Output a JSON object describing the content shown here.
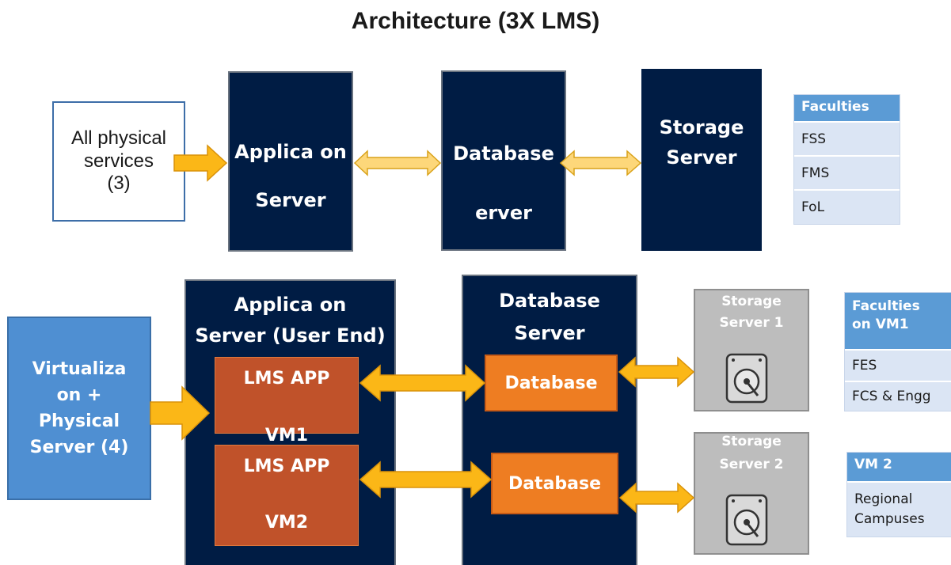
{
  "title": "Architecture (3X LMS)",
  "top": {
    "physical_box": [
      "All physical",
      "services",
      "(3)"
    ],
    "app_server": [
      "Applica  on",
      "Server"
    ],
    "db_server": [
      "Database",
      "erver"
    ],
    "storage_server": [
      "Storage",
      "Server"
    ],
    "faculties": {
      "header": "Faculties",
      "rows": [
        "FSS",
        "FMS",
        "FoL"
      ]
    }
  },
  "bottom": {
    "virtual_box": [
      "Virtualiza",
      "on +",
      "Physical",
      "Server (4)"
    ],
    "app_server": [
      "Applica  on",
      "Server (User End)"
    ],
    "lms1": [
      "LMS APP",
      "VM1"
    ],
    "lms2": [
      "LMS APP",
      "VM2"
    ],
    "db_server": [
      "Database",
      "Server"
    ],
    "db1": "Database",
    "db2": "Database",
    "storage1": [
      "Storage",
      "Server 1"
    ],
    "storage2": [
      "Storage",
      "Server 2"
    ],
    "vm1_table": {
      "header": [
        "Faculties",
        "on VM1"
      ],
      "rows": [
        "FES",
        "FCS & Engg"
      ]
    },
    "vm2_table": {
      "header": "VM 2",
      "rows": [
        [
          "Regional",
          "Campuses"
        ]
      ]
    }
  },
  "icons": [
    "hard-drive-icon",
    "arrow-right-icon",
    "double-arrow-icon"
  ],
  "colors": {
    "navy": "#001c44",
    "orange": "#ee7d22",
    "orange_dark": "#c0522a",
    "arrow": "#fbb717",
    "gray": "#bdbdbd",
    "blue": "#4f8fd2",
    "table_header": "#5b9bd5",
    "table_row": "#dbe5f4"
  }
}
